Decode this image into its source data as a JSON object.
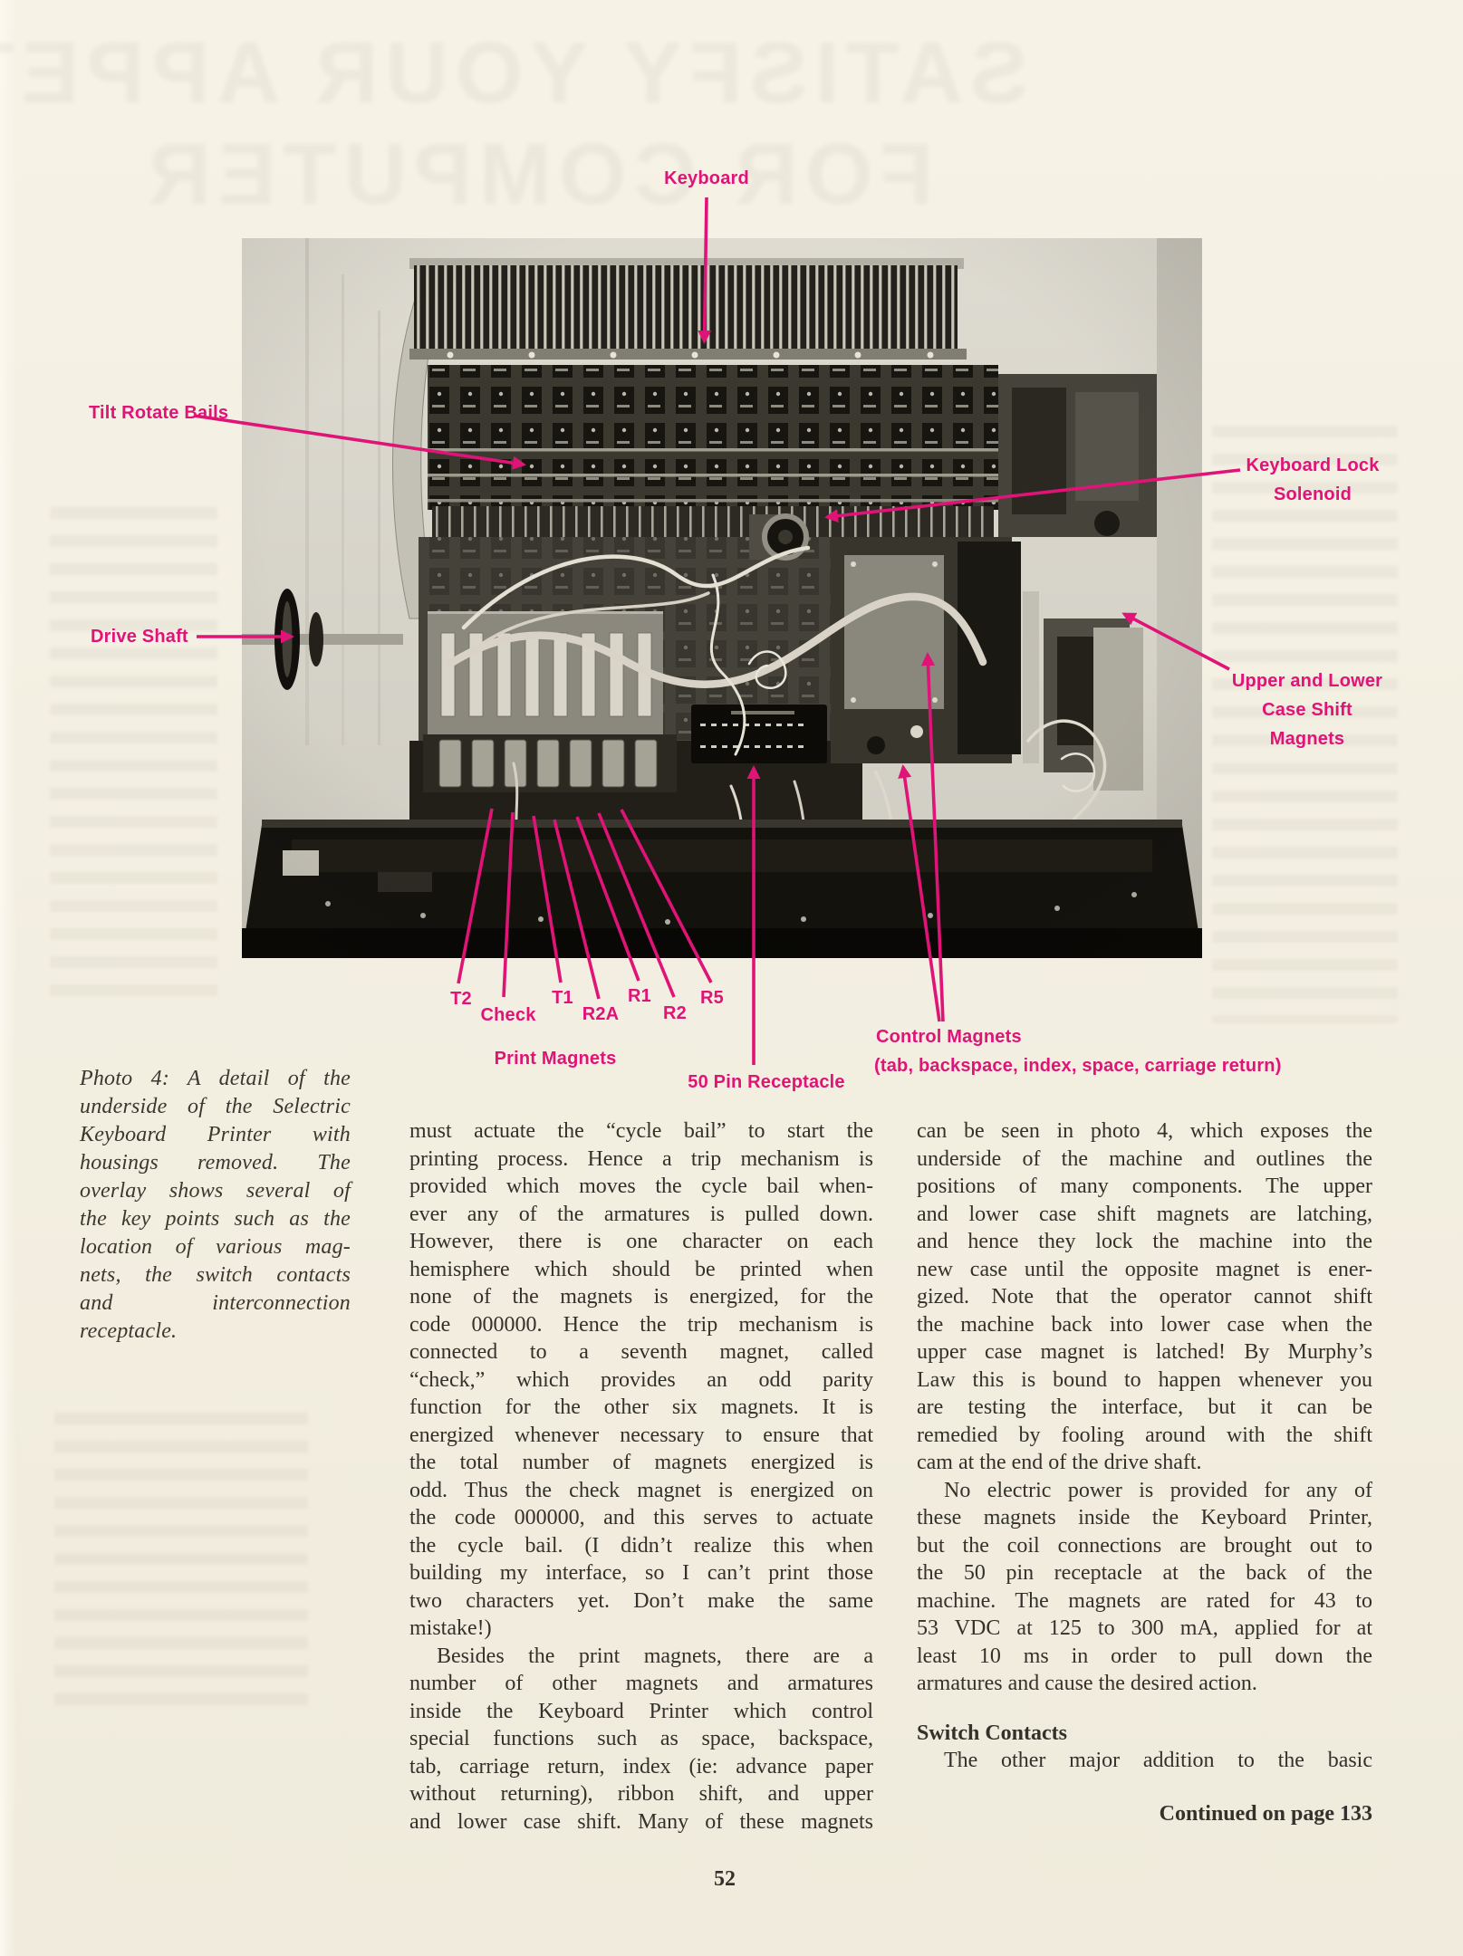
{
  "page": {
    "background": "#f3efe2",
    "accent": "#e01377",
    "number": "52"
  },
  "ghost": {
    "lines": [
      "SATISFY YOUR APPETITE",
      "FOR COMPUTER"
    ]
  },
  "photo_labels": {
    "keyboard": "Keyboard",
    "tilt_rotate_bails": "Tilt Rotate Bails",
    "keyboard_lock_1": "Keyboard Lock",
    "keyboard_lock_2": "Solenoid",
    "drive_shaft": "Drive Shaft",
    "upper_lower_1": "Upper and Lower",
    "upper_lower_2": "Case Shift",
    "upper_lower_3": "Magnets",
    "t2": "T2",
    "check": "Check",
    "t1": "T1",
    "r2a": "R2A",
    "r1": "R1",
    "r2": "R2",
    "r5": "R5",
    "print_magnets": "Print Magnets",
    "receptacle": "50 Pin Receptacle",
    "control_magnets_1": "Control Magnets",
    "control_magnets_2": "(tab, backspace, index, space, carriage return)"
  },
  "caption": {
    "lines": [
      {
        "t": "Photo 4: A detail of the"
      },
      {
        "t": "underside of the Selectric"
      },
      {
        "t": "Keyboard Printer with"
      },
      {
        "t": "housings removed. The"
      },
      {
        "t": "overlay shows several of"
      },
      {
        "t": "the key points such as the"
      },
      {
        "t": "location of various mag-"
      },
      {
        "t": "nets, the switch contacts"
      },
      {
        "t": "and interconnection"
      },
      {
        "t": "receptacle.",
        "j": 0
      }
    ]
  },
  "left_column": [
    {
      "t": "must actuate the “cycle bail” to start the"
    },
    {
      "t": "printing process. Hence a trip mechanism is"
    },
    {
      "t": "provided which moves the cycle bail when-"
    },
    {
      "t": "ever any of the armatures is pulled down."
    },
    {
      "t": "However, there is one character on each"
    },
    {
      "t": "hemisphere which should be printed when"
    },
    {
      "t": "none of the magnets is energized, for the"
    },
    {
      "t": "code 000000. Hence the trip mechanism is"
    },
    {
      "t": "connected to a seventh magnet, called"
    },
    {
      "t": "“check,” which provides an odd parity"
    },
    {
      "t": "function for the other six magnets. It is"
    },
    {
      "t": "energized whenever necessary to ensure that"
    },
    {
      "t": "the total number of magnets energized is"
    },
    {
      "t": "odd. Thus the check magnet is energized on"
    },
    {
      "t": "the code 000000, and this serves to actuate"
    },
    {
      "t": "the cycle bail. (I didn’t realize this when"
    },
    {
      "t": "building my interface, so I can’t print those"
    },
    {
      "t": "two characters yet. Don’t make the same"
    },
    {
      "t": "mistake!)",
      "j": 0
    },
    {
      "t": "Besides the print magnets, there are a",
      "i": 1
    },
    {
      "t": "number of other magnets and armatures"
    },
    {
      "t": "inside the Keyboard Printer which control"
    },
    {
      "t": "special functions such as space, backspace,"
    },
    {
      "t": "tab, carriage return, index (ie: advance paper"
    },
    {
      "t": "without returning), ribbon shift, and upper"
    },
    {
      "t": "and lower case shift. Many of these magnets"
    }
  ],
  "right_column": [
    {
      "t": "can be seen in photo 4, which exposes the"
    },
    {
      "t": "underside of the machine and outlines the"
    },
    {
      "t": "positions of many components. The upper"
    },
    {
      "t": "and lower case shift magnets are latching,"
    },
    {
      "t": "and hence they lock the machine into the"
    },
    {
      "t": "new case until the opposite magnet is ener-"
    },
    {
      "t": "gized. Note that the operator cannot shift"
    },
    {
      "t": "the machine back into lower case when the"
    },
    {
      "t": "upper case magnet is latched! By Murphy’s"
    },
    {
      "t": "Law this is bound to happen whenever you"
    },
    {
      "t": "are testing the interface, but it can be"
    },
    {
      "t": "remedied by fooling around with the shift"
    },
    {
      "t": "cam at the end of the drive shaft.",
      "j": 0
    },
    {
      "t": "No electric power is provided for any of",
      "i": 1
    },
    {
      "t": "these magnets inside the Keyboard Printer,"
    },
    {
      "t": "but the coil connections are brought out to"
    },
    {
      "t": "the 50 pin receptacle at the back of the"
    },
    {
      "t": "machine. The magnets are rated for 43 to"
    },
    {
      "t": "53 VDC at 125 to 300 mA, applied for at"
    },
    {
      "t": "least 10 ms in order to pull down the"
    },
    {
      "t": "armatures and cause the desired action.",
      "j": 0
    },
    {
      "t": "Switch Contacts",
      "b": 1,
      "j": 0,
      "g": 24
    },
    {
      "t": "The other major addition to the basic",
      "i": 1
    },
    {
      "t": "Continued on page 133",
      "b": 1,
      "r": 1,
      "j": 0,
      "g": 28
    }
  ]
}
